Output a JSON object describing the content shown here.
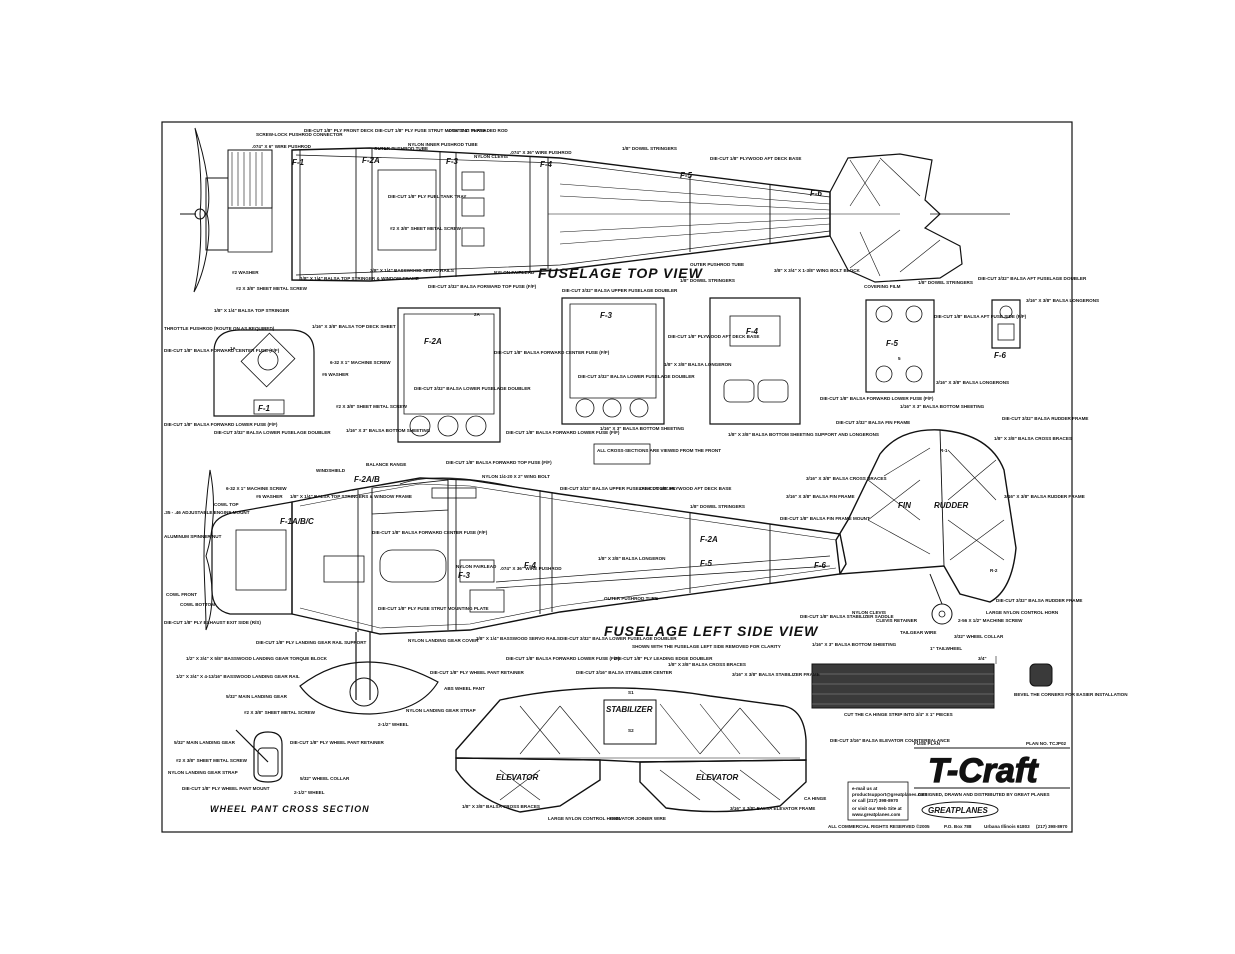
{
  "views": {
    "top_view_title": "FUSELAGE TOP VIEW",
    "side_view_title": "FUSELAGE LEFT SIDE VIEW",
    "wheel_pant_title": "WHEEL PANT CROSS SECTION"
  },
  "parts": {
    "f1": "F-1",
    "f2a": "F-2A",
    "f3": "F-3",
    "f4": "F-4",
    "f5": "F-5",
    "f6": "F-6",
    "f1abc": "F-1A/B/C",
    "f2ab": "F-2A/B",
    "fin": "FIN",
    "rudder": "RUDDER",
    "stabilizer": "STABILIZER",
    "elevator": "ELEVATOR",
    "r1": "R-1",
    "r2": "R-2",
    "s1": "S1",
    "s2": "S2",
    "s5": "5",
    "n1a": "1A",
    "n2a": "2A"
  },
  "labels": {
    "top_pushrod_connector": "SCREW-LOCK PUSHROD CONNECTOR",
    "top_wire_pushrod": ".074\" X 6\" WIRE PUSHROD",
    "top_ply_firewall": "DIE-CUT 1/8\" PLY FRONT DECK",
    "top_strut_plate": "DIE-CUT 1/8\" PLY FUSE STRUT MOUNTING PLATE",
    "top_outer_tube": "OUTER PUSHROD TUBE",
    "top_inner_tube": "NYLON INNER PUSHROD TUBE",
    "top_threaded_rod": ".074\" X 1\" THREADED ROD",
    "top_nylon_clevis": "NYLON CLEVIS",
    "top_wire_pushrod2": ".074\" X 36\" WIRE PUSHROD",
    "top_dowel_stringers": "1/8\" DOWEL STRINGERS",
    "top_aft_deck": "DIE-CUT 1/8\" PLYWOOD AFT DECK BASE",
    "top_fuel_tray": "DIE-CUT 1/8\" PLY FUEL TANK TRAY",
    "top_metal_screw": "#2 X 3/8\" SHEET METAL SCREW",
    "top_washer": "#2 WASHER",
    "top_sheet_screw": "#2 X 3/8\" SHEET METAL SCREW",
    "top_balsa_stringer": "1/8\" X 1/4\" BALSA TOP STRINGER & WINDOW FRAME",
    "top_servo_rails": "3/8\" X 1/4\" BASSWOOD SERVO RAILS",
    "top_nylon_fairlead": "NYLON FAIRLEAD",
    "top_outer_tube2": "OUTER PUSHROD TUBE",
    "sec_throttle": "THROTTLE PUSHROD (ROUTE ON AS REQUIRED)",
    "sec_forward_center": "DIE-CUT 1/8\" BALSA FORWARD CENTER FUSE (F/F)",
    "sec_top_stringer": "1/8\" X 1/4\" BALSA TOP STRINGER",
    "sec_top_deck": "1/16\" X 3/8\" BALSA TOP DECK SHEET",
    "sec_machine_screw": "6-32 X 1\" MACHINE SCREW",
    "sec_washer": "#6 WASHER",
    "sec_lower_fuse": "DIE-CUT 1/8\" BALSA FORWARD LOWER FUSE (F/F)",
    "sec_lower_doubler": "DIE-CUT 3/32\" BALSA LOWER FUSELAGE DOUBLER",
    "sec_sheet_screw": "#2 X 3/8\" SHEET METAL SCREW",
    "sec_bottom_sheeting": "1/16\" X 3\" BALSA BOTTOM SHEETING",
    "sec_forward_top": "DIE-CUT 3/32\" BALSA FORWARD TOP FUSE (F/F)",
    "sec_upper_doubler": "DIE-CUT 3/32\" BALSA UPPER FUSELAGE DOUBLER",
    "sec_ply_aft_deck": "DIE-CUT 1/8\" PLYWOOD AFT DECK BASE",
    "sec_dowel_stringers": "1/8\" DOWEL STRINGERS",
    "sec_wing_bolt_block": "3/8\" X 3/4\" X 1-3/8\" WING BOLT BLOCK",
    "sec_balsa_longeron": "1/8\" X 3/8\" BALSA LONGERON",
    "sec_aft_fuse_side": "DIE-CUT 1/8\" BALSA AFT FUSE SIDE (F/F)",
    "sec_aft_fuse_doubler": "DIE-CUT 3/32\" BALSA AFT FUSELAGE DOUBLER",
    "sec_balsa_longerons": "3/16\" X 3/8\" BALSA LONGERONS",
    "sec_bottom_support": "1/8\" X 3/8\" BALSA BOTTOM SHEETING SUPPORT AND LONGERONS",
    "sec_covering_film": "COVERING FILM",
    "sec_dowel_stringers2": "1/8\" DOWEL STRINGERS",
    "sec_forward_center2": "DIE-CUT 1/8\" BALSA FORWARD CENTER FUSE (F/F)",
    "sec_forward_lower2": "DIE-CUT 1/8\" BALSA FORWARD LOWER FUSE (F/F)",
    "sec_bottom_sheeting2": "1/16\" X 3\" BALSA BOTTOM SHEETING",
    "sec_bottom_sheeting3": "1/16\" X 3\" BALSA BOTTOM SHEETING",
    "sec_cross_note": "ALL CROSS-SECTIONS ARE VIEWED FROM THE FRONT",
    "side_windshield": "WINDSHIELD",
    "side_balance_ranges": "BALANCE RANGE",
    "side_machine_screw": "6-32 X 1\" MACHINE SCREW",
    "side_washer": "#6 WASHER",
    "side_cowl_top": "COWL TOP",
    "side_engine_mount": ".35 - .46 ADJUSTABLE ENGINE MOUNT",
    "side_spinner_nut": "ALUMINUM SPINNER NUT",
    "side_top_stringers": "1/8\" X 1/4\" BALSA TOP STRINGERS & WINDOW FRAME",
    "side_forward_center": "DIE-CUT 1/8\" BALSA FORWARD CENTER FUSE (F/F)",
    "side_forward_top": "DIE-CUT 1/8\" BALSA FORWARD TOP FUSE (F/F)",
    "side_nylon_bolts": "NYLON 1/4-20 X 2\" WING BOLT",
    "side_upper_doubler": "DIE-CUT 3/32\" BALSA UPPER FUSELAGE DOUBLER",
    "side_aft_deck": "DIE-CUT 1/8\" PLYWOOD AFT DECK BASE",
    "side_dowel": "1/8\" DOWEL STRINGERS",
    "side_longeron": "1/8\" X 3/8\" BALSA LONGERON",
    "side_nylon_fairlead": "NYLON FAIRLEAD",
    "side_wire_pushrod": ".074\" X 36\" WIRE PUSHROD",
    "side_outer_tube": "OUTER PUSHROD TUBE",
    "side_cowl_front": "COWL FRONT",
    "side_cowl_bottom": "COWL BOTTOM",
    "side_exhaust": "DIE-CUT 1/8\" PLY EXHAUST EXIT SIDE (R/S)",
    "side_fuse_strut_plate": "DIE-CUT 1/8\" PLY FUSE STRUT MOUNTING PLATE",
    "side_gear_rail": "DIE-CUT 1/8\" PLY LANDING GEAR RAIL SUPPORT",
    "side_gear_block": "1/2\" X 3/4\" X 5/8\" BASSWOOD LANDING GEAR TORQUE BLOCK",
    "side_gear_rail2": "1/2\" X 3/4\" X 4-13/16\" BASSWOOD LANDING GEAR RAIL",
    "side_main_gear": "5/32\" MAIN LANDING GEAR",
    "side_sheet_screw": "#2 X 3/8\" SHEET METAL SCREW",
    "side_nylon_strap": "NYLON LANDING GEAR STRAP",
    "side_wheel": "2-1/2\" WHEEL",
    "side_abs_pant": "ABS WHEEL PANT",
    "side_pant_retainer": "DIE-CUT 1/8\" PLY WHEEL PANT RETAINER",
    "side_landing_gear_cover": "NYLON LANDING GEAR COVER",
    "side_servo_rails": "3/8\" X 1/4\" BASSWOOD SERVO RAILS",
    "side_forward_lower": "DIE-CUT 1/8\" BALSA FORWARD LOWER FUSE (F/F)",
    "side_lower_doubler": "DIE-CUT 3/32\" BALSA LOWER FUSELAGE DOUBLER",
    "side_ply_doubler": "DIE-CUT 1/8\" PLY LEADING EDGE DOUBLER",
    "side_view_note": "SHOWN WITH THE FUSELAGE LEFT SIDE REMOVED FOR CLARITY",
    "tail_fin_frame": "DIE-CUT 3/32\" BALSA FIN FRAME",
    "tail_rudder_frame": "DIE-CUT 3/32\" BALSA RUDDER FRAME",
    "tail_cross_braces": "1/8\" X 3/8\" BALSA CROSS BRACES",
    "tail_fin_cross": "3/16\" X 3/8\" BALSA CROSS BRACES",
    "tail_fin_frame2": "3/16\" X 3/8\" BALSA FIN FRAME",
    "tail_mount": "DIE-CUT 1/8\" BALSA FIN FRAME MOUNT",
    "tail_rudder_frame2": "3/16\" X 3/8\" BALSA RUDDER FRAME",
    "tail_stab_saddle": "DIE-CUT 1/8\" BALSA STABILIZER SADDLE",
    "tail_nylon_clevis": "NYLON CLEVIS",
    "tail_clevis_retainer": "CLEVIS RETAINER",
    "tail_tailgear_wire": "TAILGEAR WIRE",
    "tail_wheel_collar": "3/32\" WHEEL COLLAR",
    "tail_machine_screw": "2-56 X 1/2\" MACHINE SCREW",
    "tail_control_horn": "LARGE NYLON CONTROL HORN",
    "tail_rudder_frame3": "DIE-CUT 3/32\" BALSA RUDDER FRAME",
    "tail_tailwheel": "1\" TAILWHEEL",
    "tail_bottom_sheeting": "1/16\" X 3\" BALSA BOTTOM SHEETING",
    "stab_leading_edge": "DIE-CUT 3/16\" BALSA STABILIZER CENTER",
    "stab_cross_braces": "1/8\" X 3/8\" BALSA CROSS BRACES",
    "stab_frame": "3/16\" X 3/8\" BALSA STABILIZER FRAME",
    "stab_counterbalance": "DIE-CUT 3/16\" BALSA ELEVATOR COUNTERBALANCE",
    "stab_cross_braces2": "1/8\" X 3/8\" BALSA CROSS BRACES",
    "stab_control_horn": "LARGE NYLON CONTROL HORN",
    "stab_joiner_wire": "ELEVATOR JOINER WIRE",
    "stab_elevator_frame": "3/16\" X 3/8\" BALSA ELEVATOR FRAME",
    "stab_ca_hinge": "CA HINGE",
    "hinge_strip": "CUT THE CA HINGE STRIP INTO 3/4\" X 1\" PIECES",
    "hinge_size": "3/4\"",
    "hinge_corners": "BEVEL THE CORNERS FOR EASIER INSTALLATION",
    "pant_gear": "5/32\" MAIN LANDING GEAR",
    "pant_screw": "#2 X 3/8\" SHEET METAL SCREW",
    "pant_strap": "NYLON LANDING GEAR STRAP",
    "pant_retainer": "DIE-CUT 1/8\" PLY WHEEL PANT RETAINER",
    "pant_collar": "5/32\" WHEEL COLLAR",
    "pant_wheel": "2-1/2\" WHEEL",
    "pant_mount": "DIE-CUT 1/8\" PLY WHEEL PANT MOUNT"
  },
  "title_block": {
    "fuse_plan": "FUSE PLAN",
    "plan_no": "PLAN NO. TCJP02",
    "model_name": "T-Craft",
    "subtitle": "DESIGNED, DRAWN AND DISTRIBUTED BY GREAT PLANES",
    "brand": "GREATPLANES",
    "contact_1": "e-mail us at",
    "contact_2": "productsupport@greatplanes.com",
    "contact_3": "or call (217) 398-8970",
    "contact_4": "or visit our Web Site at",
    "contact_5": "www.greatplanes.com",
    "copyright": "©2005",
    "address": "P.O. Box 788",
    "city": "Urbana Illinois 61803",
    "phone": "(217) 398-8970",
    "rights": "ALL COMMERCIAL RIGHTS RESERVED"
  },
  "colors": {
    "ink": "#111111",
    "paper": "#ffffff",
    "hinge_fill": "#3a3a3a"
  }
}
